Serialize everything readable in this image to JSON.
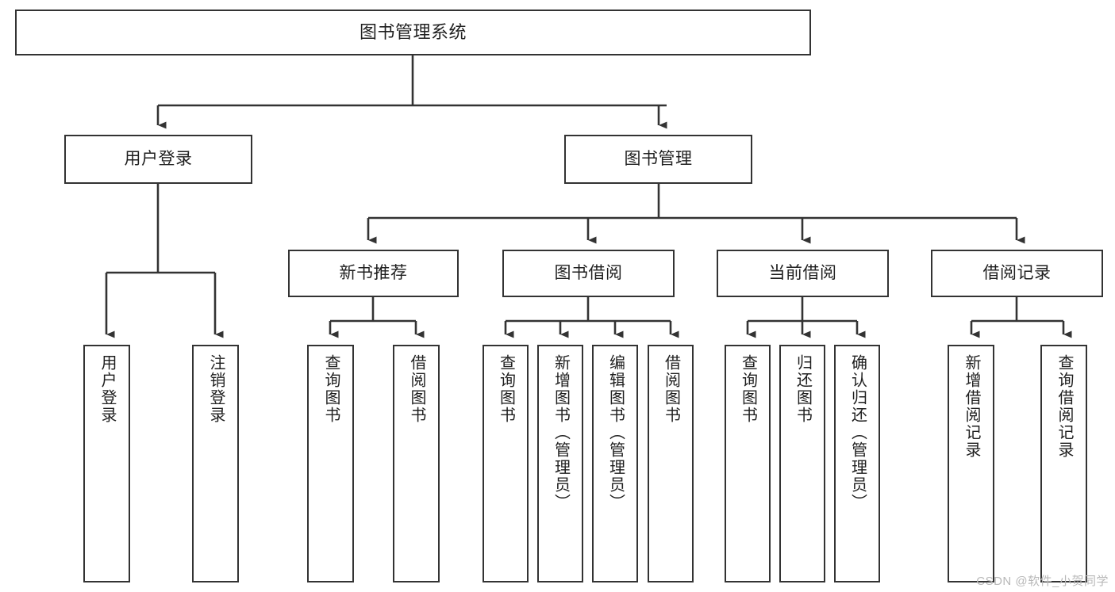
{
  "diagram": {
    "title": "图书管理系统",
    "type": "tree",
    "watermark": "CSDN @软件_小贺同学",
    "colors": {
      "box_border": "#333333",
      "box_fill": "#ffffff",
      "connector": "#333333",
      "text": "#1f1f1f",
      "watermark": "#b8b8b8",
      "background": "#ffffff"
    },
    "nodes": {
      "root": {
        "label": "图书管理系统"
      },
      "level2": [
        {
          "label": "用户登录"
        },
        {
          "label": "图书管理"
        }
      ],
      "level3": [
        {
          "label": "新书推荐"
        },
        {
          "label": "图书借阅"
        },
        {
          "label": "当前借阅"
        },
        {
          "label": "借阅记录"
        }
      ],
      "leaves_user_login": [
        {
          "label": "用户登录"
        },
        {
          "label": "注销登录"
        }
      ],
      "leaves_new_books": [
        {
          "label": "查询图书"
        },
        {
          "label": "借阅图书"
        }
      ],
      "leaves_borrow": [
        {
          "label": "查询图书"
        },
        {
          "label": "新增图书（管理员）"
        },
        {
          "label": "编辑图书（管理员）"
        },
        {
          "label": "借阅图书"
        }
      ],
      "leaves_current": [
        {
          "label": "查询图书"
        },
        {
          "label": "归还图书"
        },
        {
          "label": "确认归还（管理员）"
        }
      ],
      "leaves_records": [
        {
          "label": "新增借阅记录"
        },
        {
          "label": "查询借阅记录"
        }
      ]
    }
  }
}
